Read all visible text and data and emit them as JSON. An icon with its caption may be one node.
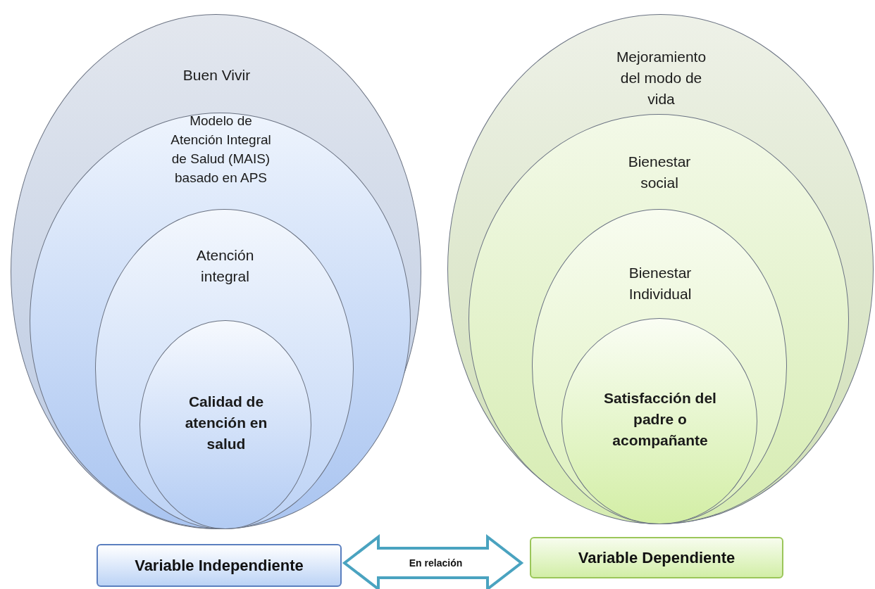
{
  "diagram": {
    "nodes": [
      {
        "text": [
          "Buen Vivir"
        ]
      },
      {
        "text": [
          "Modelo de Atención Integral de Salud (MAIS) basado en APS"
        ],
        "in": 0
      },
      {
        "text": [
          "Atención integral"
        ],
        "in": 1
      },
      {
        "text": [
          "Calidad de atención en salud"
        ],
        "in": 2
      },
      {
        "text": [
          "Mejoramiento del modo de vida"
        ]
      },
      {
        "text": [
          "Bienestar social"
        ],
        "in": 4
      },
      {
        "text": [
          "Bienestar Individual"
        ],
        "in": 5
      },
      {
        "text": [
          "Satisfacción del padre o acompañante"
        ],
        "in": 6
      },
      {
        "text": [
          "Variable Independiente"
        ]
      },
      {
        "text": [
          "Variable Dependiente"
        ]
      }
    ],
    "edges": [
      {
        "from": 8,
        "to": 9,
        "arrow": "both",
        "label": "En relación"
      }
    ]
  }
}
